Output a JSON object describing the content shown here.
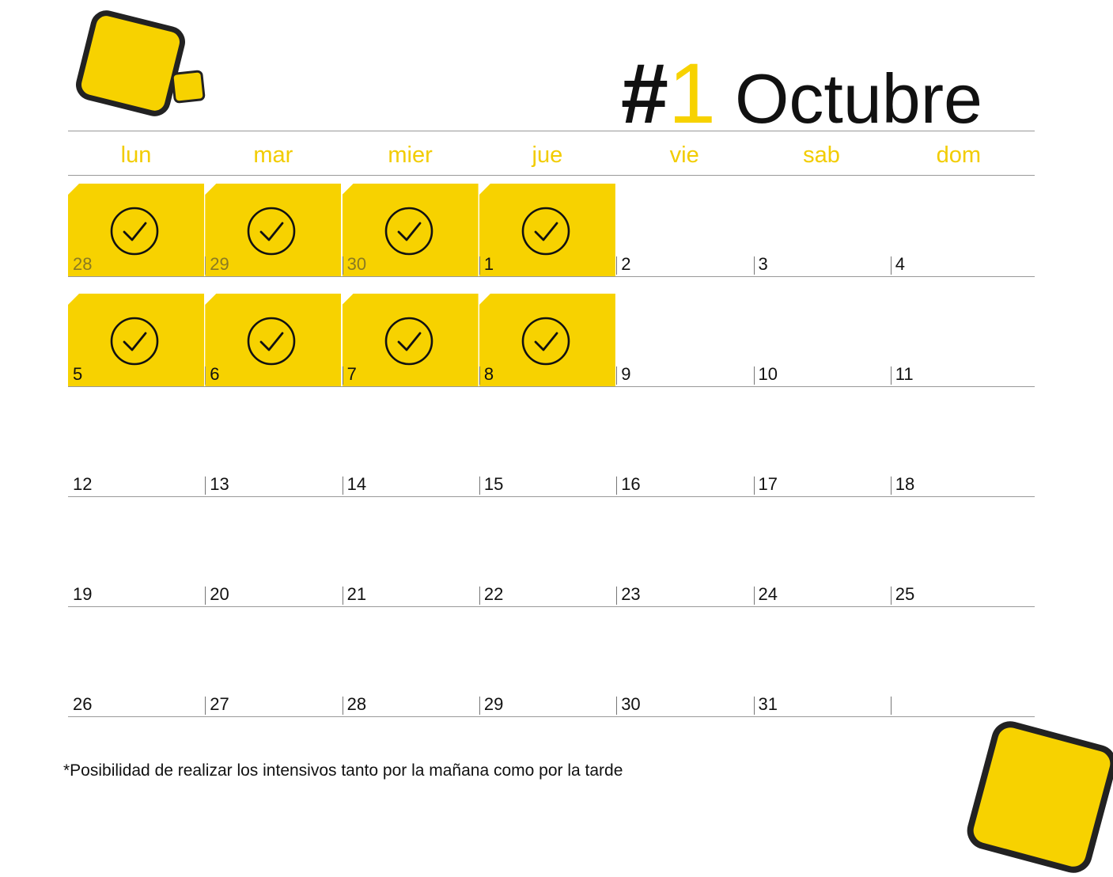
{
  "header": {
    "hash": "#",
    "number": "1",
    "month": "Octubre"
  },
  "colors": {
    "accent": "#f7d200",
    "text": "#111111",
    "line": "#999999"
  },
  "weekdays": [
    "lun",
    "mar",
    "mier",
    "jue",
    "vie",
    "sab",
    "dom"
  ],
  "weeks": [
    [
      {
        "day": "28",
        "done": true,
        "prev": true
      },
      {
        "day": "29",
        "done": true,
        "prev": true
      },
      {
        "day": "30",
        "done": true,
        "prev": true
      },
      {
        "day": "1",
        "done": true
      },
      {
        "day": "2"
      },
      {
        "day": "3"
      },
      {
        "day": "4"
      }
    ],
    [
      {
        "day": "5",
        "done": true
      },
      {
        "day": "6",
        "done": true
      },
      {
        "day": "7",
        "done": true
      },
      {
        "day": "8",
        "done": true
      },
      {
        "day": "9"
      },
      {
        "day": "10"
      },
      {
        "day": "11"
      }
    ],
    [
      {
        "day": "12"
      },
      {
        "day": "13"
      },
      {
        "day": "14"
      },
      {
        "day": "15"
      },
      {
        "day": "16"
      },
      {
        "day": "17"
      },
      {
        "day": "18"
      }
    ],
    [
      {
        "day": "19"
      },
      {
        "day": "20"
      },
      {
        "day": "21"
      },
      {
        "day": "22"
      },
      {
        "day": "23"
      },
      {
        "day": "24"
      },
      {
        "day": "25"
      }
    ],
    [
      {
        "day": "26"
      },
      {
        "day": "27"
      },
      {
        "day": "28"
      },
      {
        "day": "29"
      },
      {
        "day": "30"
      },
      {
        "day": "31"
      },
      {
        "day": ""
      }
    ]
  ],
  "check_icon": "check-circle-icon",
  "footnote": "*Posibilidad de realizar los intensivos tanto por la mañana como por la tarde"
}
